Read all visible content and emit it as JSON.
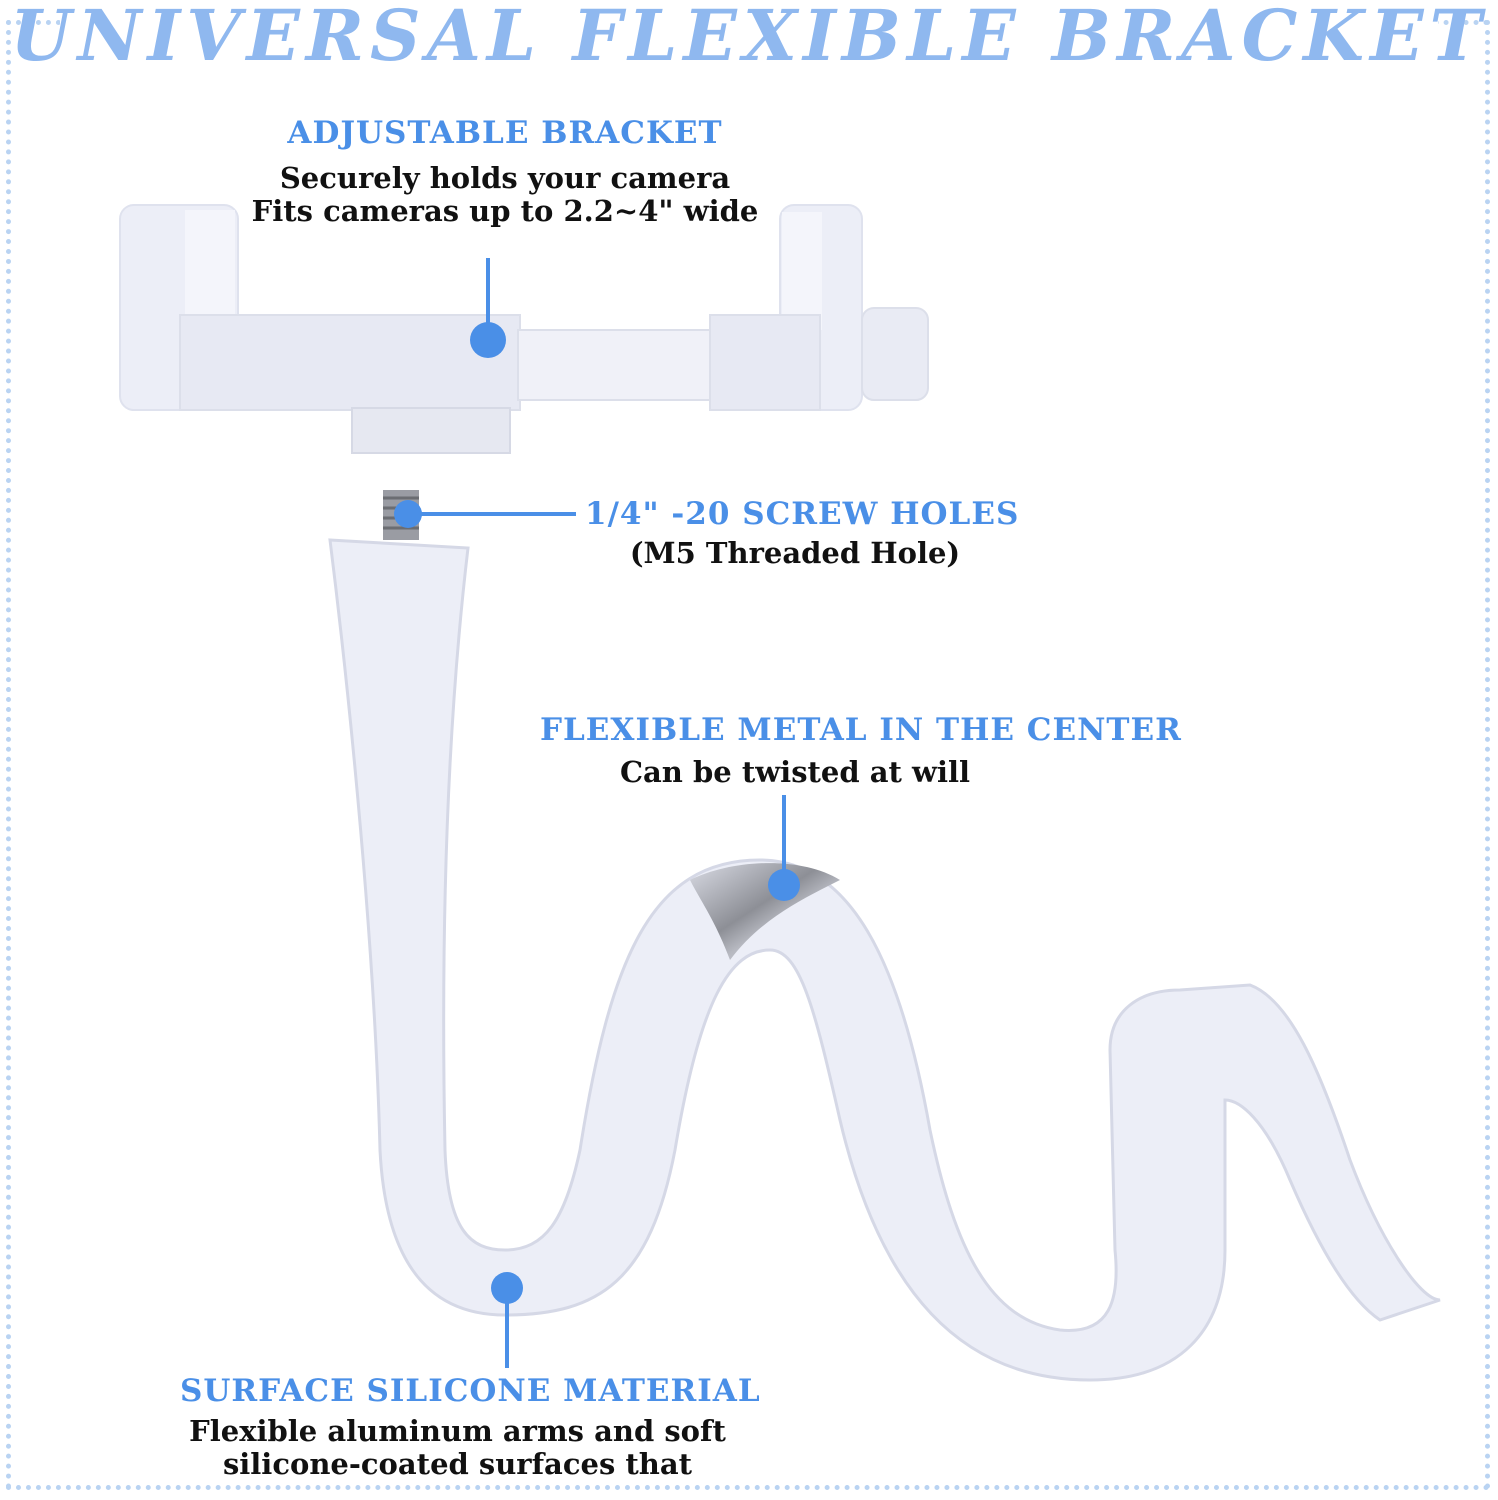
{
  "title": "UNIVERSAL FLEXIBLE BRACKET",
  "callouts": {
    "bracket": {
      "heading": "ADJUSTABLE BRACKET",
      "line1": "Securely holds your camera",
      "line2": "Fits cameras up to 2.2~4\" wide"
    },
    "screw": {
      "heading": "1/4\" -20 SCREW HOLES",
      "line1": "(M5 Threaded Hole)"
    },
    "metal": {
      "heading": "FLEXIBLE METAL IN THE CENTER",
      "line1": "Can be twisted at will"
    },
    "silicone": {
      "heading": "SURFACE SILICONE MATERIAL",
      "line1": "Flexible aluminum arms and soft",
      "line2": "silicone-coated surfaces that"
    }
  },
  "colors": {
    "accent": "#4a8fe7",
    "title": "#8fb8ef",
    "frame_dots": "#b9d3f2",
    "product": "#eceef7"
  }
}
